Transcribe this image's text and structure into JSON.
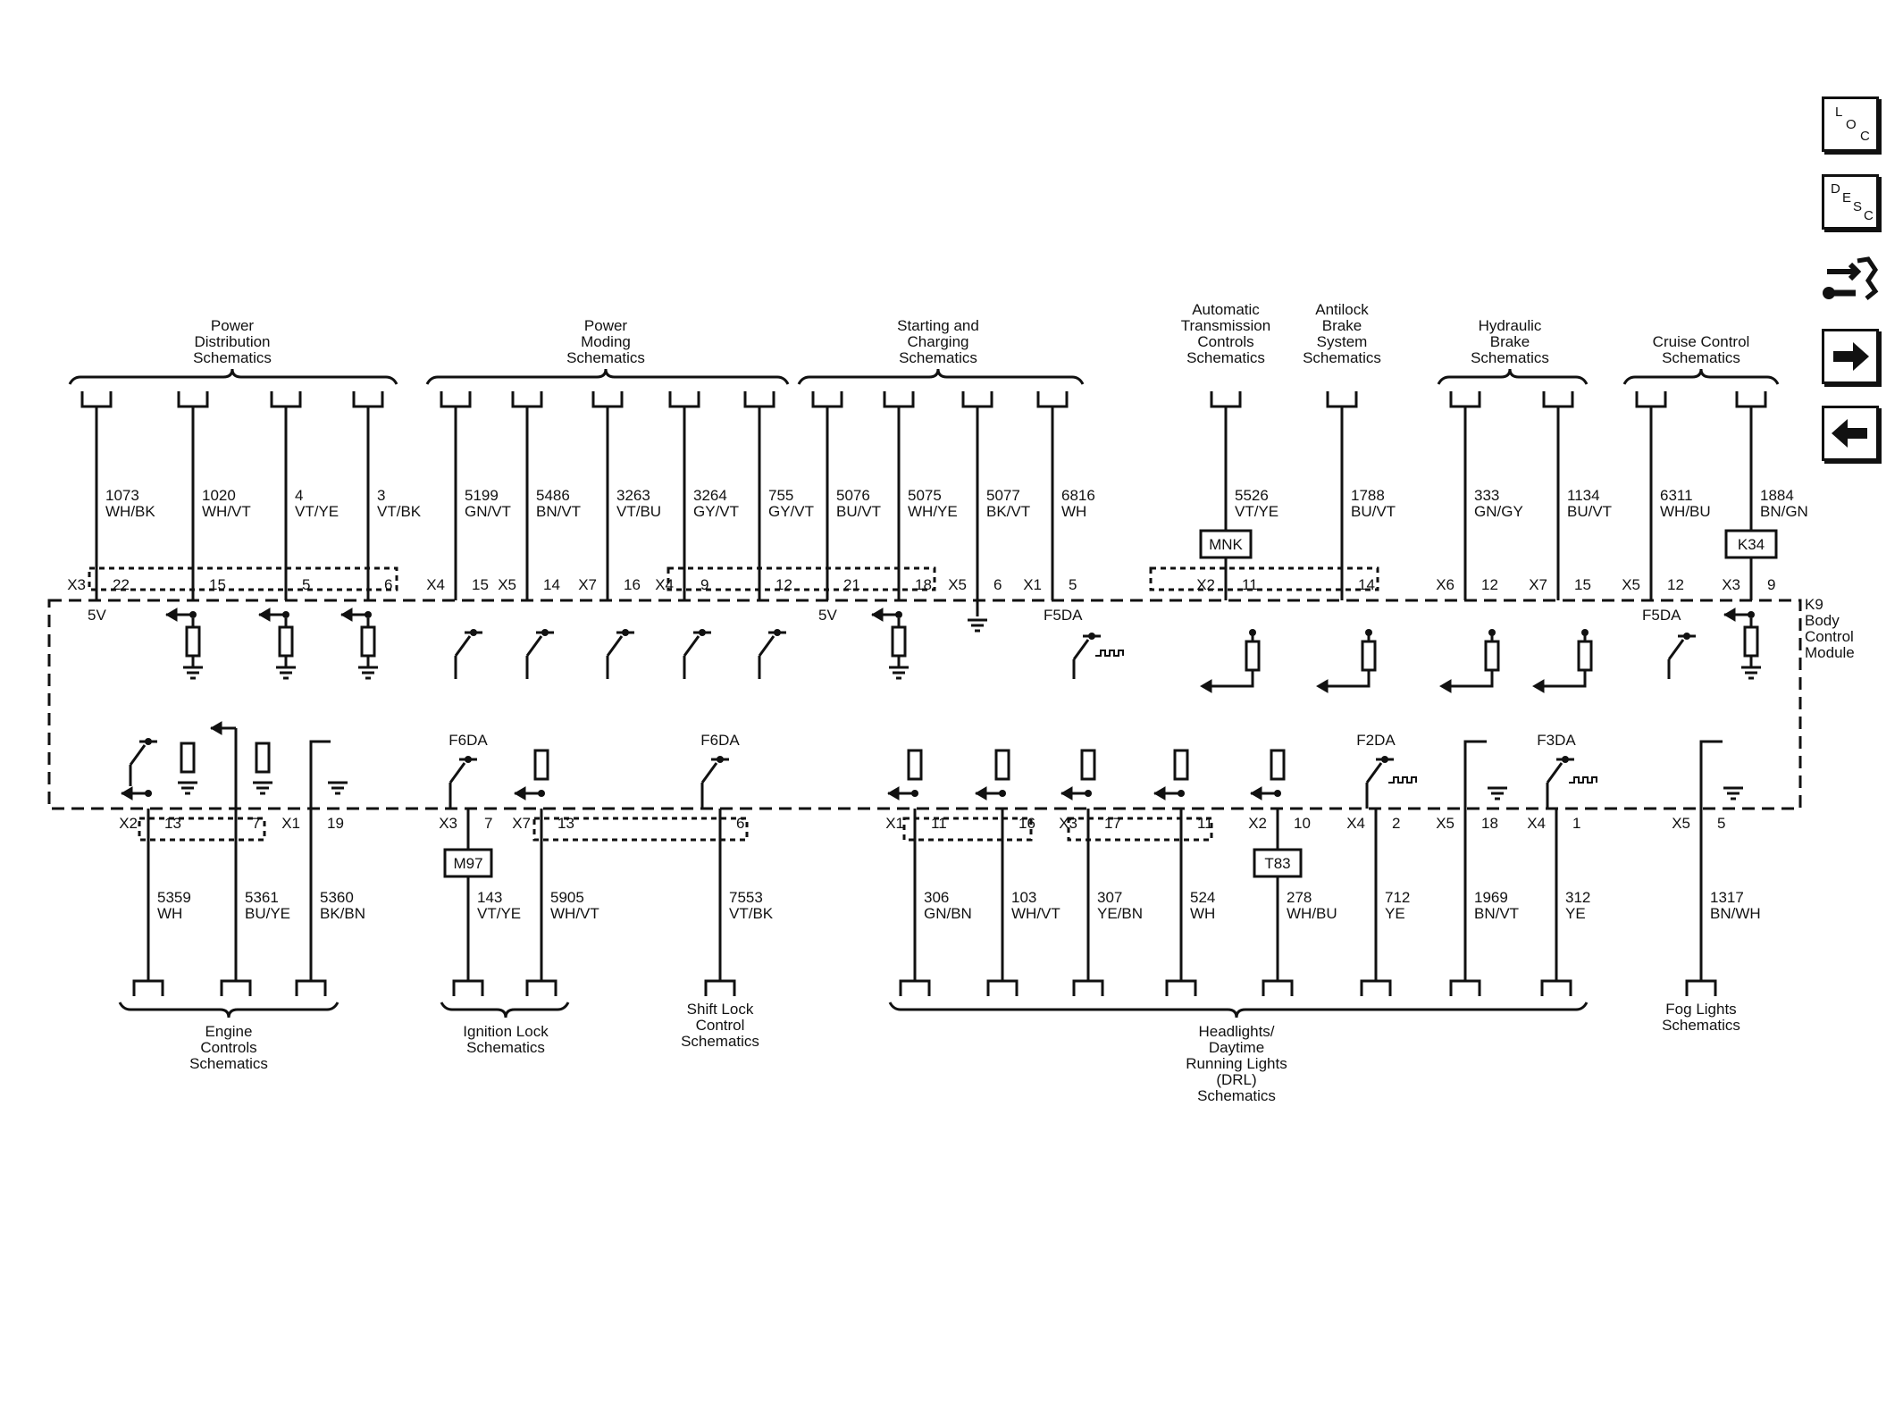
{
  "module": {
    "name_lines": [
      "K9",
      "Body",
      "Control",
      "Module"
    ]
  },
  "nav": {
    "loc_letters": [
      "L",
      "O",
      "C"
    ],
    "desc_letters": [
      "D",
      "E",
      "S",
      "C"
    ],
    "icons": [
      "loc-icon",
      "desc-icon",
      "connector-repair-icon",
      "next-arrow-icon",
      "prev-arrow-icon"
    ]
  },
  "top_groups": [
    {
      "id": "power-distribution",
      "label": [
        "Power",
        "Distribution",
        "Schematics"
      ]
    },
    {
      "id": "power-moding",
      "label": [
        "Power",
        "Moding",
        "Schematics"
      ]
    },
    {
      "id": "starting-charging",
      "label": [
        "Starting and",
        "Charging",
        "Schematics"
      ]
    },
    {
      "id": "automatic-transmission",
      "label": [
        "Automatic",
        "Transmission",
        "Controls",
        "Schematics"
      ]
    },
    {
      "id": "antilock-brake",
      "label": [
        "Antilock",
        "Brake",
        "System",
        "Schematics"
      ]
    },
    {
      "id": "hydraulic-brake",
      "label": [
        "Hydraulic",
        "Brake",
        "Schematics"
      ]
    },
    {
      "id": "cruise-control",
      "label": [
        "Cruise Control",
        "Schematics"
      ]
    }
  ],
  "bottom_groups": [
    {
      "id": "engine-controls",
      "label": [
        "Engine",
        "Controls",
        "Schematics"
      ]
    },
    {
      "id": "ignition-lock",
      "label": [
        "Ignition Lock",
        "Schematics"
      ]
    },
    {
      "id": "shift-lock",
      "label": [
        "Shift Lock",
        "Control",
        "Schematics"
      ]
    },
    {
      "id": "headlights-drl",
      "label": [
        "Headlights/",
        "Daytime",
        "Running Lights",
        "(DRL)",
        "Schematics"
      ]
    },
    {
      "id": "fog-lights",
      "label": [
        "Fog Lights",
        "Schematics"
      ]
    }
  ],
  "top_wires": [
    {
      "circuit": "1073",
      "color": "WH/BK",
      "pin": "22",
      "connector": "X3",
      "note": "5V"
    },
    {
      "circuit": "1020",
      "color": "WH/VT",
      "pin": "15"
    },
    {
      "circuit": "4",
      "color": "VT/YE",
      "pin": "5"
    },
    {
      "circuit": "3",
      "color": "VT/BK",
      "pin": "6"
    },
    {
      "circuit": "5199",
      "color": "GN/VT",
      "pin": "15",
      "connector": "X4"
    },
    {
      "circuit": "5486",
      "color": "BN/VT",
      "pin": "14",
      "connector": "X5"
    },
    {
      "circuit": "3263",
      "color": "VT/BU",
      "pin": "16",
      "connector": "X7"
    },
    {
      "circuit": "3264",
      "color": "GY/VT",
      "pin": "9",
      "connector": "X4"
    },
    {
      "circuit": "755",
      "color": "GY/VT",
      "pin": "12"
    },
    {
      "circuit": "5076",
      "color": "BU/VT",
      "pin": "21",
      "note": "5V"
    },
    {
      "circuit": "5075",
      "color": "WH/YE",
      "pin": "18"
    },
    {
      "circuit": "5077",
      "color": "BK/VT",
      "pin": "6",
      "connector": "X5"
    },
    {
      "circuit": "6816",
      "color": "WH",
      "pin": "5",
      "connector": "X1",
      "note": "F5DA"
    },
    {
      "circuit": "5526",
      "color": "VT/YE",
      "pin": "11",
      "connector": "X2",
      "splice": "MNK"
    },
    {
      "circuit": "1788",
      "color": "BU/VT",
      "pin": "14"
    },
    {
      "circuit": "333",
      "color": "GN/GY",
      "pin": "12",
      "connector": "X6"
    },
    {
      "circuit": "1134",
      "color": "BU/VT",
      "pin": "15",
      "connector": "X7"
    },
    {
      "circuit": "6311",
      "color": "WH/BU",
      "pin": "12",
      "connector": "X5",
      "note": "F5DA"
    },
    {
      "circuit": "1884",
      "color": "BN/GN",
      "pin": "9",
      "connector": "X3",
      "splice": "K34"
    }
  ],
  "bottom_wires": [
    {
      "circuit": "5359",
      "color": "WH",
      "pin": "13",
      "connector": "X2"
    },
    {
      "circuit": "5361",
      "color": "BU/YE",
      "pin": "7"
    },
    {
      "circuit": "5360",
      "color": "BK/BN",
      "pin": "19",
      "connector": "X1"
    },
    {
      "circuit": "143",
      "color": "VT/YE",
      "pin": "7",
      "connector": "X3",
      "note": "F6DA",
      "splice": "M97"
    },
    {
      "circuit": "5905",
      "color": "WH/VT",
      "pin": "13",
      "connector": "X7"
    },
    {
      "circuit": "7553",
      "color": "VT/BK",
      "pin": "6",
      "note": "F6DA"
    },
    {
      "circuit": "306",
      "color": "GN/BN",
      "pin": "11",
      "connector": "X1"
    },
    {
      "circuit": "103",
      "color": "WH/VT",
      "pin": "16"
    },
    {
      "circuit": "307",
      "color": "YE/BN",
      "pin": "17",
      "connector": "X3"
    },
    {
      "circuit": "524",
      "color": "WH",
      "pin": "11"
    },
    {
      "circuit": "278",
      "color": "WH/BU",
      "pin": "10",
      "connector": "X2",
      "splice": "T83"
    },
    {
      "circuit": "712",
      "color": "YE",
      "pin": "2",
      "connector": "X4",
      "note": "F2DA"
    },
    {
      "circuit": "1969",
      "color": "BN/VT",
      "pin": "18",
      "connector": "X5"
    },
    {
      "circuit": "312",
      "color": "YE",
      "pin": "1",
      "connector": "X4",
      "note": "F3DA"
    },
    {
      "circuit": "1317",
      "color": "BN/WH",
      "pin": "5",
      "connector": "X5"
    }
  ]
}
